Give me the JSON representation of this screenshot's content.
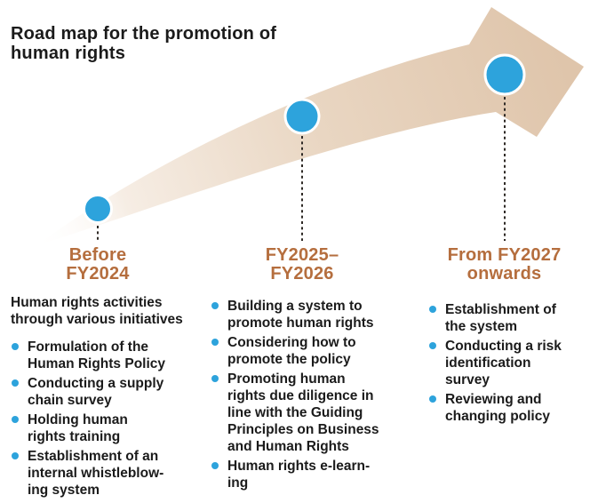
{
  "title": "Road map for the promotion of\nhuman rights",
  "colors": {
    "accent_blue": "#2DA3DC",
    "heading_orange": "#B56E3E",
    "arrow_beige": "#DFC5AB",
    "text_dark": "#1B1B1B"
  },
  "columns": [
    {
      "id": "before-fy2024",
      "heading": "Before\nFY2024",
      "intro": "Human rights activities\nthrough various initiatives",
      "items": [
        "Formulation of the\nHuman Rights Policy",
        "Conducting a supply\nchain survey",
        "Holding human\nrights training",
        "Establishment of an\ninternal whistleblow-\ning system"
      ]
    },
    {
      "id": "fy2025-fy2026",
      "heading": "FY2025–\nFY2026",
      "items": [
        "Building a system to\npromote human rights",
        "Considering how to\npromote the policy",
        "Promoting human\nrights due diligence in\nline with the Guiding\nPrinciples on Business\nand Human Rights",
        "Human rights e-learn-\ning"
      ]
    },
    {
      "id": "from-fy2027-onwards",
      "heading": "From FY2027\nonwards",
      "items": [
        "Establishment of\nthe system",
        "Conducting a risk\nidentification\nsurvey",
        "Reviewing and\nchanging policy"
      ]
    }
  ]
}
